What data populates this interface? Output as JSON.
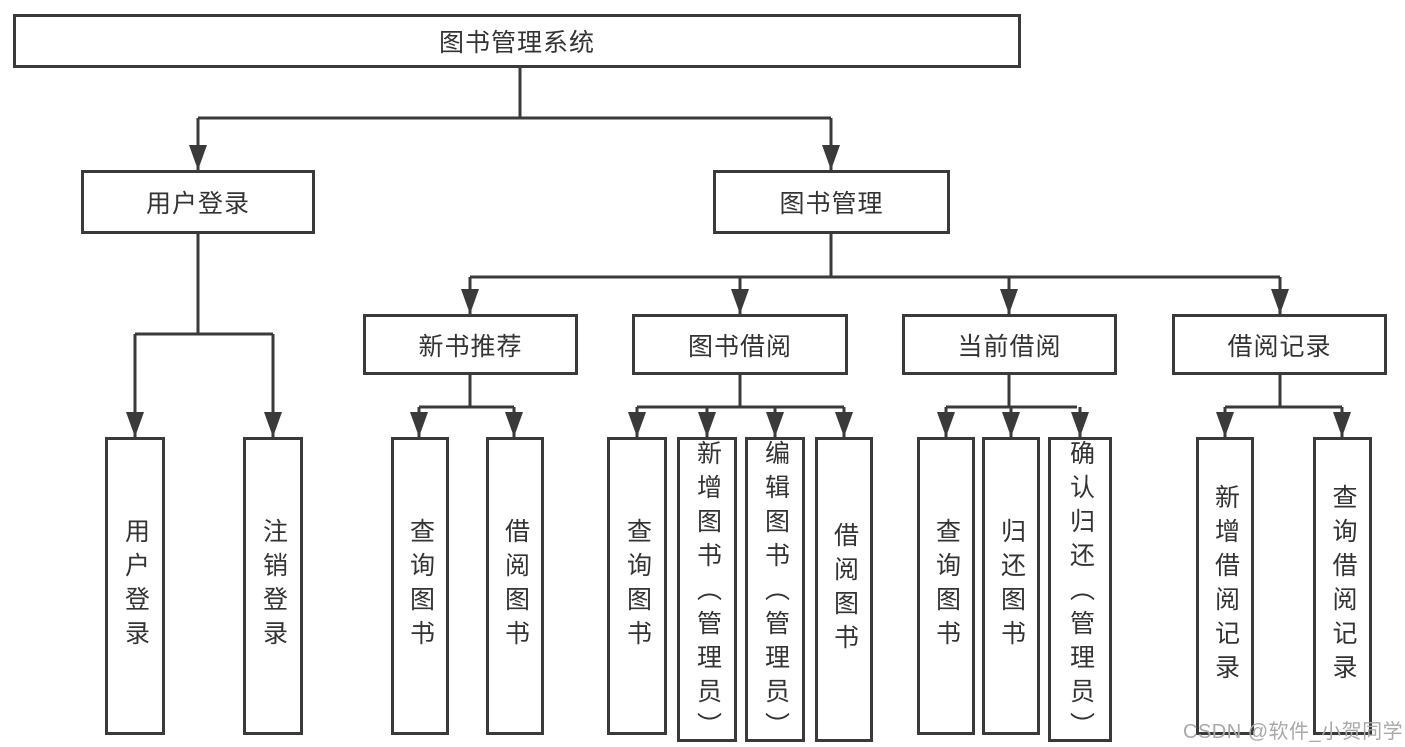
{
  "tree": {
    "root": {
      "label": "图书管理系统"
    },
    "user_login": {
      "label": "用户登录",
      "leaves": [
        {
          "label": "用户登录"
        },
        {
          "label": "注销登录"
        }
      ]
    },
    "book_mgmt": {
      "label": "图书管理",
      "sections": [
        {
          "label": "新书推荐",
          "leaves": [
            {
              "label": "查询图书"
            },
            {
              "label": "借阅图书"
            }
          ]
        },
        {
          "label": "图书借阅",
          "leaves": [
            {
              "label": "查询图书"
            },
            {
              "label": "新增图书（管理员）"
            },
            {
              "label": "编辑图书（管理员）"
            },
            {
              "label": "借阅图书"
            }
          ]
        },
        {
          "label": "当前借阅",
          "leaves": [
            {
              "label": "查询图书"
            },
            {
              "label": "归还图书"
            },
            {
              "label": "确认归还（管理员）"
            }
          ]
        },
        {
          "label": "借阅记录",
          "leaves": [
            {
              "label": "新增借阅记录"
            },
            {
              "label": "查询借阅记录"
            }
          ]
        }
      ]
    }
  },
  "watermark": {
    "text": "CSDN @软件_小贺同学"
  },
  "colors": {
    "line": "#3a3a3a",
    "box_border": "#3a3a3a",
    "text": "#333333",
    "watermark": "#a9a9a9",
    "background": "#ffffff"
  }
}
